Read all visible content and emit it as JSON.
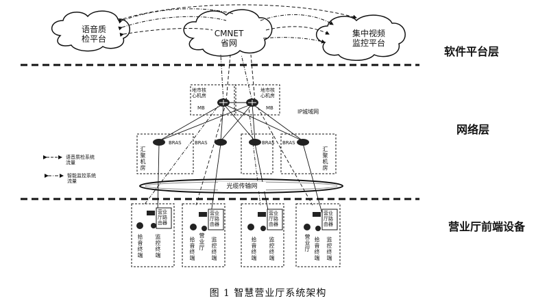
{
  "layers": {
    "software": "软件平台层",
    "network": "网络层",
    "frontend": "营业厅前端设备"
  },
  "clouds": {
    "voice": "语音质\n检平台",
    "cmnet": "CMNET\n省网",
    "video": "集中视频\n监控平台",
    "optical": "光缆传输网"
  },
  "network": {
    "core_room": "地市核\n心机房",
    "mb": "MB",
    "ip_metro": "IP城域网",
    "bras": "BRAS",
    "convergence_room": "汇聚机房"
  },
  "legend": {
    "voice_flow": "语音质检系统\n流量",
    "video_flow": "智能监控系统\n流量"
  },
  "halls": {
    "router": "营业\n厅路\n由器",
    "pickup": "拾音终端",
    "monitor": "监控终端",
    "hall": "营业厅"
  },
  "caption": "图 1   智慧营业厅系统架构"
}
